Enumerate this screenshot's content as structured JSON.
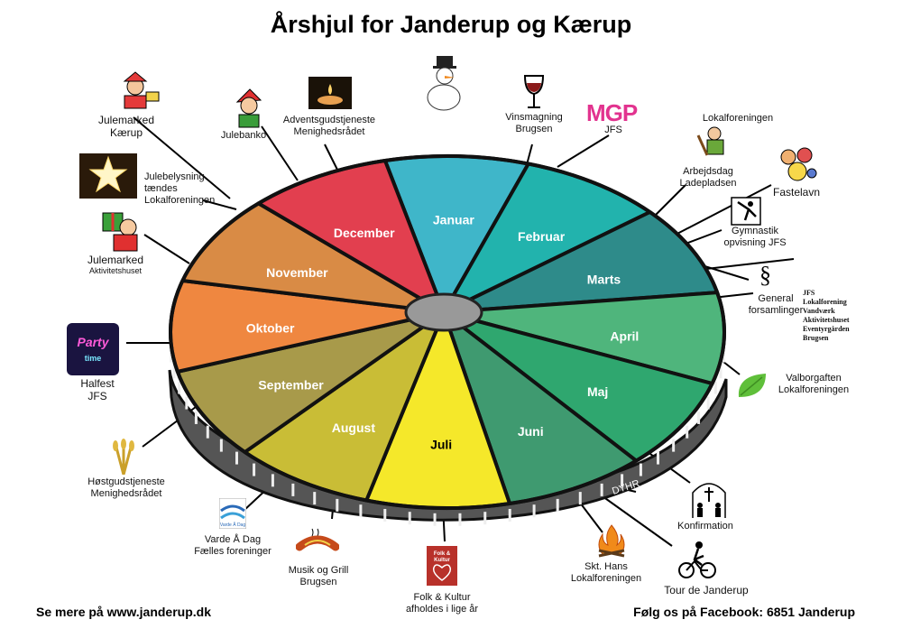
{
  "title": "Årshjul for Janderup og Kærup",
  "footer": {
    "left": "Se mere på www.janderup.dk",
    "right": "Følg os på Facebook: 6851 Janderup"
  },
  "rim_label": "DYHR",
  "months": [
    {
      "name": "Januar",
      "color": "#3fb6c9"
    },
    {
      "name": "Februar",
      "color": "#22b3ad"
    },
    {
      "name": "Marts",
      "color": "#2e8b8a"
    },
    {
      "name": "April",
      "color": "#4fb57c"
    },
    {
      "name": "Maj",
      "color": "#2fa76f"
    },
    {
      "name": "Juni",
      "color": "#3f9a70"
    },
    {
      "name": "Juli",
      "color": "#f5e82a"
    },
    {
      "name": "August",
      "color": "#c9bd36"
    },
    {
      "name": "September",
      "color": "#a89a4a"
    },
    {
      "name": "Oktober",
      "color": "#ef8740"
    },
    {
      "name": "November",
      "color": "#d98b45"
    },
    {
      "name": "December",
      "color": "#e23f4f"
    }
  ],
  "events": {
    "julemarked_kaerup": [
      "Julemarked",
      "Kærup"
    ],
    "julebanko": [
      "Julebanko"
    ],
    "adventsgudstjeneste": [
      "Adventsgudstjeneste",
      "Menighedsrådet"
    ],
    "vinsmagning": [
      "Vinsmagning",
      "Brugsen"
    ],
    "mgp": [
      "JFS"
    ],
    "mgp_logo": "MGP",
    "lokalforeningen_top": [
      "Lokalforeningen"
    ],
    "arbejdsdag": [
      "Arbejdsdag",
      "Ladepladsen"
    ],
    "fastelavn": [
      "Fastelavn"
    ],
    "julebelysning": [
      "Julebelysning",
      "tændes",
      "Lokalforeningen"
    ],
    "julemarked_aktivitet": [
      "Julemarked"
    ],
    "julemarked_aktivitet_sub": "Aktivitetshuset",
    "gymnastik": [
      "Gymnastik",
      "opvisning JFS"
    ],
    "paragraph_symbol": "§",
    "general": [
      "General",
      "forsamlinger"
    ],
    "general_orgs": [
      "JFS",
      "Lokalforening",
      "Vandværk",
      "Aktivitetshuset",
      "Eventyrgården",
      "Brugsen"
    ],
    "halfest": [
      "Halfest",
      "JFS"
    ],
    "party_text": [
      "Party",
      "time"
    ],
    "valborg": [
      "Valborgaften",
      "Lokalforeningen"
    ],
    "hostgudstjeneste": [
      "Høstgudstjeneste",
      "Menighedsrådet"
    ],
    "konfirmation": [
      "Konfirmation"
    ],
    "varde": [
      "Varde Å Dag",
      "Fælles foreninger"
    ],
    "varde_logo": "Varde Å Dag",
    "musik": [
      "Musik og Grill",
      "Brugsen"
    ],
    "folk": [
      "Folk & Kultur",
      "afholdes i lige år"
    ],
    "folk_logo": [
      "Folk &",
      "Kultur"
    ],
    "skt_hans": [
      "Skt. Hans",
      "Lokalforeningen"
    ],
    "tour": [
      "Tour de Janderup"
    ]
  }
}
